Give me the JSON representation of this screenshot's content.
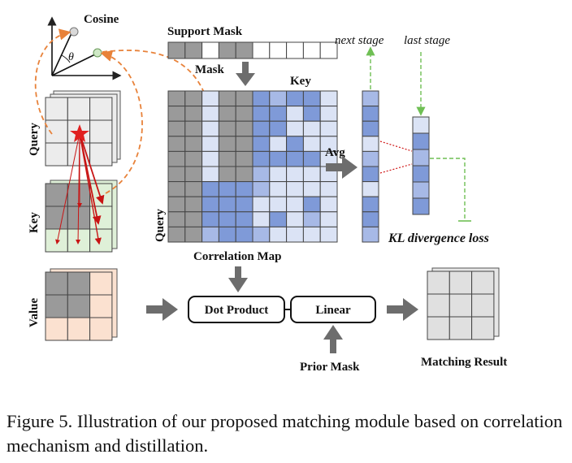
{
  "labels": {
    "cosine": "Cosine",
    "theta": "θ",
    "support_mask": "Support Mask",
    "mask": "Mask",
    "key_top": "Key",
    "query_side": "Query",
    "key_side": "Key",
    "value_side": "Value",
    "query_matrix_side": "Query",
    "correlation_map": "Correlation Map",
    "avg": "Avg",
    "next_stage": "next stage",
    "last_stage": "last stage",
    "kl_loss": "KL divergence loss",
    "dot_product": "Dot Product",
    "linear": "Linear",
    "prior_mask": "Prior Mask",
    "matching_result": "Matching Result"
  },
  "support_mask": [
    "fg",
    "fg",
    "bg",
    "fg",
    "fg",
    "bg",
    "bg",
    "bg",
    "bg",
    "bg"
  ],
  "correlation_map": [
    [
      "g",
      "g",
      "lb",
      "g",
      "g",
      "b",
      "m",
      "b",
      "b",
      "l"
    ],
    [
      "g",
      "g",
      "lb",
      "g",
      "g",
      "b",
      "b",
      "l",
      "b",
      "l"
    ],
    [
      "g",
      "g",
      "lb",
      "g",
      "g",
      "b",
      "b",
      "l",
      "l",
      "l"
    ],
    [
      "g",
      "g",
      "lb",
      "g",
      "g",
      "b",
      "l",
      "b",
      "l",
      "l"
    ],
    [
      "g",
      "g",
      "l",
      "g",
      "g",
      "b",
      "b",
      "b",
      "b",
      "l"
    ],
    [
      "g",
      "g",
      "lb",
      "g",
      "g",
      "m",
      "l",
      "l",
      "l",
      "l"
    ],
    [
      "g",
      "g",
      "b",
      "b",
      "b",
      "m",
      "l",
      "l",
      "l",
      "l"
    ],
    [
      "g",
      "g",
      "b",
      "b",
      "b",
      "l",
      "l",
      "l",
      "b",
      "l"
    ],
    [
      "g",
      "g",
      "b",
      "b",
      "b",
      "l",
      "b",
      "l",
      "m",
      "l"
    ],
    [
      "g",
      "g",
      "m",
      "b",
      "b",
      "m",
      "l",
      "l",
      "l",
      "l"
    ]
  ],
  "avg_vector": [
    "m",
    "b",
    "b",
    "l",
    "m",
    "b",
    "l",
    "b",
    "b",
    "m"
  ],
  "last_vector": [
    "l",
    "b",
    "m",
    "b",
    "m",
    "b"
  ],
  "colors": {
    "grid_gray": "#9a9a9a",
    "light_blue": "#dbe3f5",
    "mid_blue": "#a7b9e6",
    "blue": "#7f9ad8",
    "green_cell": "#dff0d8",
    "peach_cell": "#fbe1d0",
    "orange_arrow": "#e8823a",
    "dashed_green": "#6fbf54",
    "red": "#e02020",
    "dark_arrow": "#6d6d6d"
  },
  "caption": "Figure 5. Illustration of our proposed matching module based on correlation mechanism and distillation."
}
